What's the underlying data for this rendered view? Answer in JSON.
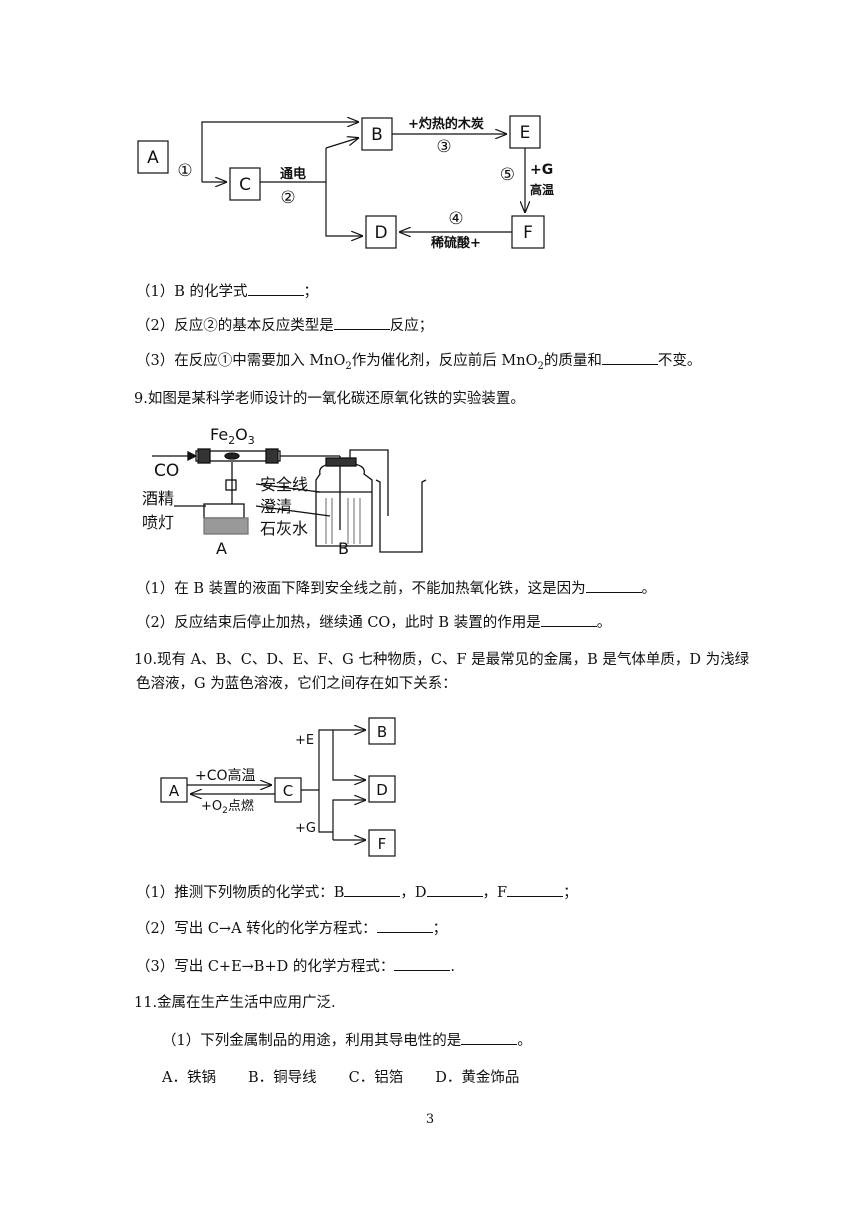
{
  "diagram1": {
    "boxes": {
      "A": "A",
      "B": "B",
      "C": "C",
      "D": "D",
      "E": "E",
      "F": "F"
    },
    "labels": {
      "step1": "①",
      "step2": "②",
      "step3": "③",
      "step4": "④",
      "step5": "⑤",
      "electrolysis": "通电",
      "hot_charcoal": "+灼热的木炭",
      "plus_g": "+G",
      "high_temp": "高温",
      "dilute_acid": "稀硫酸+"
    }
  },
  "q8": {
    "p1_prefix": "（1）B 的化学式",
    "p1_suffix": "；",
    "p2_prefix": "（2）反应②的基本反应类型是",
    "p2_suffix": "反应；",
    "p3_prefix": "（3）在反应①中需要加入 MnO",
    "p3_sub": "2",
    "p3_mid1": "作为催化剂，反应前后 MnO",
    "p3_sub2": "2",
    "p3_mid2": "的质量和",
    "p3_suffix": "不变。"
  },
  "q9": {
    "title": "9.如图是某科学老师设计的一氧化碳还原氧化铁的实验装置。",
    "apparatus": {
      "fe2o3_main": "Fe",
      "fe2o3_sub1": "2",
      "fe2o3_o": "O",
      "fe2o3_sub2": "3",
      "co": "CO",
      "lamp1": "酒精",
      "lamp2": "喷灯",
      "safety": "安全线",
      "clear": "澄清",
      "limewater": "石灰水",
      "labelA": "A",
      "labelB": "B"
    },
    "p1_prefix": "（1）在 B 装置的液面下降到安全线之前，不能加热氧化铁，这是因为",
    "p1_suffix": "。",
    "p2_prefix": "（2）反应结束后停止加热，继续通 CO，此时 B 装置的作用是",
    "p2_suffix": "。"
  },
  "q10": {
    "title_line1": "10.现有 A、B、C、D、E、F、G 七种物质，C、F 是最常见的金属，B 是气体单质，D 为浅绿",
    "title_line2": "色溶液，G 为蓝色溶液，它们之间存在如下关系：",
    "diagram": {
      "A": "A",
      "B": "B",
      "C": "C",
      "D": "D",
      "F": "F",
      "co_high": "+CO高温",
      "o2_ignite_pre": "+O",
      "o2_sub": "2",
      "o2_ignite_post": "点燃",
      "plus_e": "+E",
      "plus_g": "+G"
    },
    "p1_prefix": "（1）推测下列物质的化学式：B",
    "p1_d": "，D",
    "p1_f": "，F",
    "p1_suffix": "；",
    "p2_prefix": "（2）写出 C→A 转化的化学方程式：",
    "p2_suffix": "；",
    "p3_prefix": "（3）写出 C+E→B+D 的化学方程式：",
    "p3_suffix": "."
  },
  "q11": {
    "title": "11.金属在生产生活中应用广泛.",
    "p1_prefix": "（1）下列金属制品的用途，利用其导电性的是",
    "p1_suffix": "。",
    "options": [
      "A．铁锅",
      "B．铜导线",
      "C．铝箔",
      "D．黄金饰品"
    ]
  },
  "page_number": "3"
}
